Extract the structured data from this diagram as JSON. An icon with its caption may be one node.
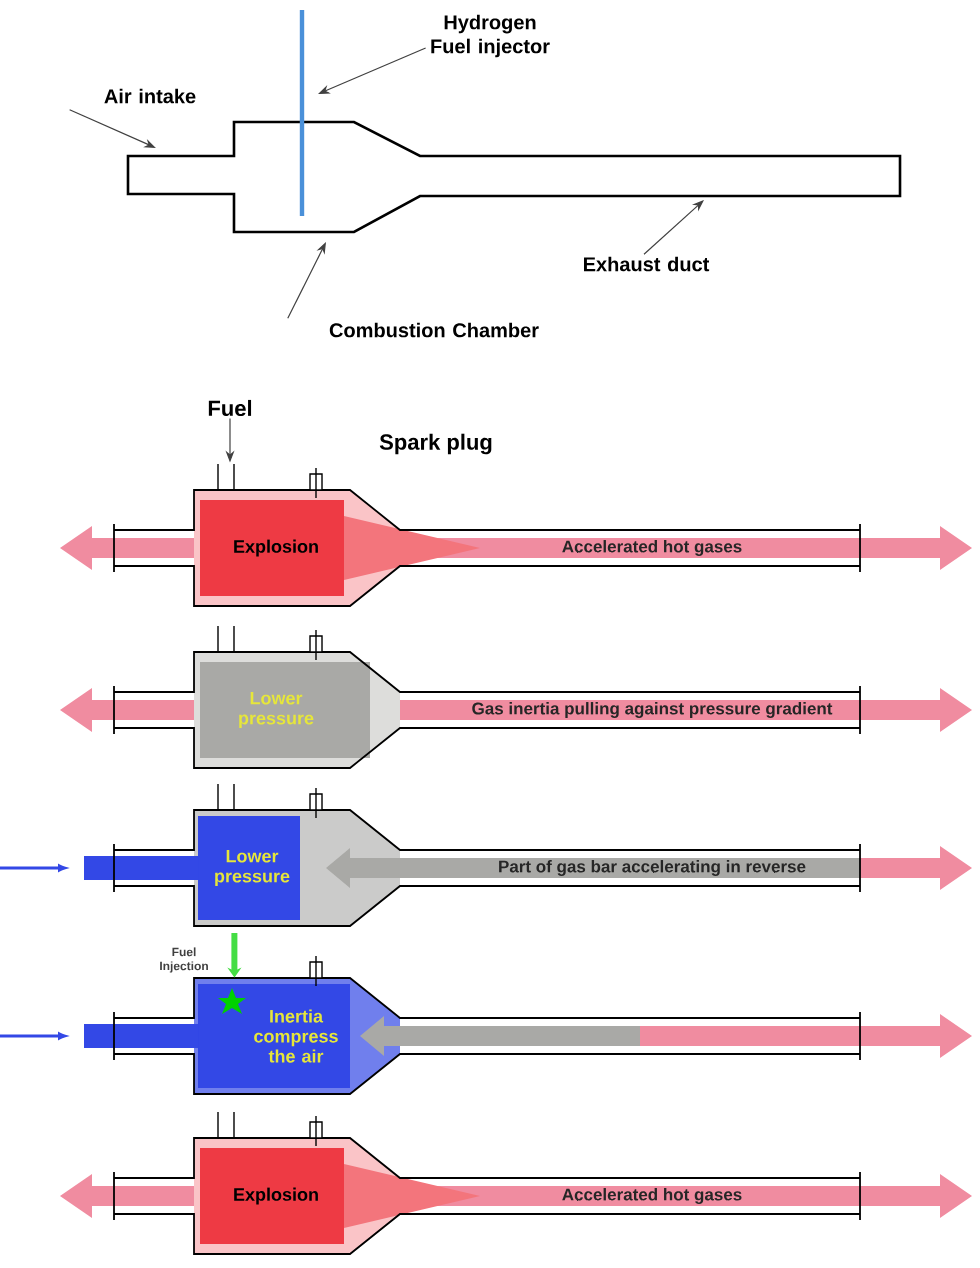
{
  "diagram": {
    "nodes": [
      {
        "text": [
          "Air intake"
        ]
      },
      {
        "text": [
          "Hydrogen Fuel injector"
        ]
      },
      {
        "text": [
          "Combustion Chamber"
        ]
      },
      {
        "text": [
          "Exhaust duct"
        ]
      },
      {
        "text": [
          "Fuel"
        ]
      },
      {
        "text": [
          "Explosion",
          "Accelerated hot gases"
        ]
      },
      {
        "text": [
          "Lower pressure",
          "Gas inertia pulling against  pressure gradient"
        ]
      },
      {
        "text": [
          "Lower pressure",
          "Part of gas bar accelerating in reverse"
        ]
      },
      {
        "text": [
          "Inertia compress the air"
        ]
      },
      {
        "text": [
          "Fuel Injection"
        ]
      },
      {
        "text": [
          "Explosion",
          "Accelerated hot gases"
        ]
      }
    ],
    "edges": [
      {
        "from": 0,
        "to": null,
        "arrow": "to"
      },
      {
        "from": 1,
        "to": null,
        "arrow": "to"
      },
      {
        "from": 2,
        "to": null,
        "arrow": "to"
      },
      {
        "from": 3,
        "to": null,
        "arrow": "to"
      },
      {
        "from": 4,
        "to": 5,
        "arrow": "to"
      },
      {
        "from": 9,
        "to": 8,
        "arrow": "to",
        "style": "thick",
        "color": "#44dd44"
      }
    ],
    "labels": [
      "Spark plug"
    ]
  }
}
